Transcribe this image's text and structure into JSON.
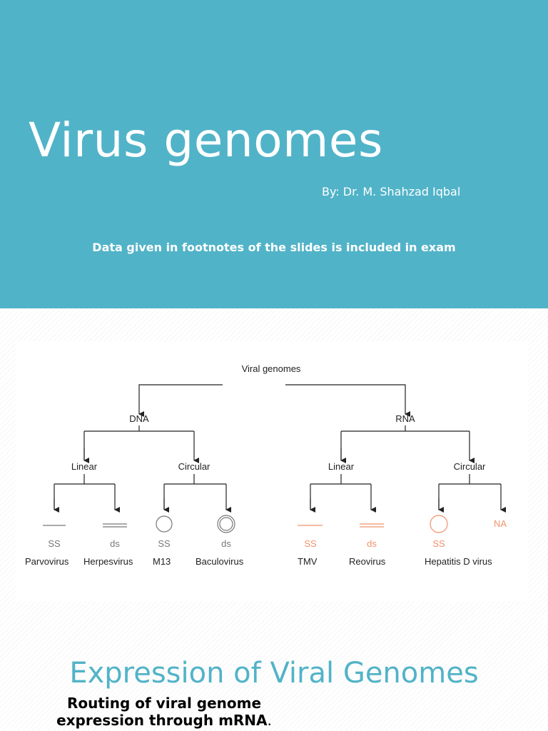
{
  "slide1": {
    "title": "Virus genomes",
    "byline": "By: Dr. M. Shahzad Iqbal",
    "note": "Data given in footnotes of the slides is included in exam",
    "background": "#51b3c8"
  },
  "diagram": {
    "root": "Viral genomes",
    "dna": {
      "label": "DNA",
      "linear": {
        "label": "Linear",
        "ss": {
          "strand": "SS",
          "example": "Parvovirus"
        },
        "ds": {
          "strand": "ds",
          "example": "Herpesvirus"
        }
      },
      "circular": {
        "label": "Circular",
        "ss": {
          "strand": "SS",
          "example": "M13"
        },
        "ds": {
          "strand": "ds",
          "example": "Baculovirus"
        }
      }
    },
    "rna": {
      "label": "RNA",
      "linear": {
        "label": "Linear",
        "ss": {
          "strand": "SS",
          "example": "TMV"
        },
        "ds": {
          "strand": "ds",
          "example": "Reovirus"
        }
      },
      "circular": {
        "label": "Circular",
        "ss": {
          "strand": "SS",
          "example": "Hepatitis D virus"
        },
        "na": "NA"
      }
    },
    "colors": {
      "dna": "#555555",
      "rna": "#f0926a",
      "line": "#222222"
    }
  },
  "slide2": {
    "heading": "Expression of Viral Genomes",
    "routing": "Routing of viral genome expression through mRNA",
    "routing_end": "."
  }
}
